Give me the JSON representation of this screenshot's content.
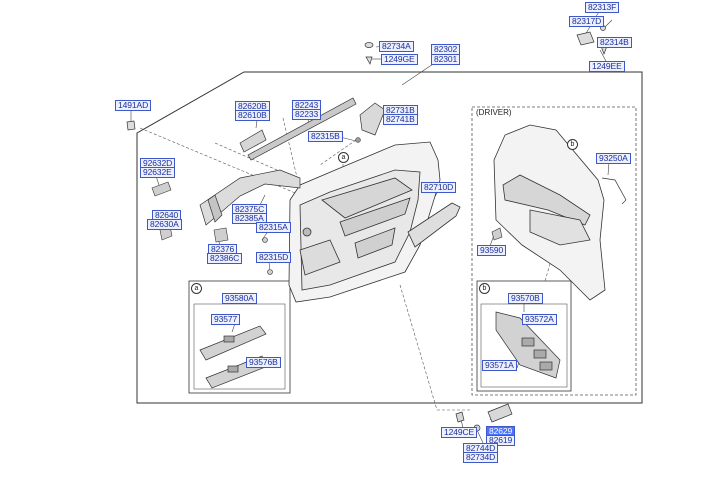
{
  "labels": {
    "p82313F": "82313F",
    "p82317D": "82317D",
    "p82314B": "82314B",
    "p1249EE": "1249EE",
    "p82734A": "82734A",
    "p1249GE": "1249GE",
    "p82302": "82302",
    "p82301": "82301",
    "p1491AD": "1491AD",
    "p82620B": "82620B",
    "p82610B": "82610B",
    "p82243": "82243",
    "p82233": "82233",
    "p82731B": "82731B",
    "p82741B": "82741B",
    "p82315B": "82315B",
    "p92632D": "92632D",
    "p92632E": "92632E",
    "p82640": "82640",
    "p82630A": "82630A",
    "p82375C": "82375C",
    "p82385A": "82385A",
    "p82315A": "82315A",
    "p82376": "82376",
    "p82386C": "82386C",
    "p82315D": "82315D",
    "p82710D": "82710D",
    "p93250A": "93250A",
    "p93590": "93590",
    "p93580A": "93580A",
    "p93577": "93577",
    "p93576B": "93576B",
    "p93570B": "93570B",
    "p93572A": "93572A",
    "p93571A": "93571A",
    "p1249CE": "1249CE",
    "p82629": "82629",
    "p82619": "82619",
    "p82744D": "82744D",
    "p82734D": "82734D"
  },
  "driver_note": "(DRIVER)",
  "callouts": {
    "a": "a",
    "b": "b"
  }
}
